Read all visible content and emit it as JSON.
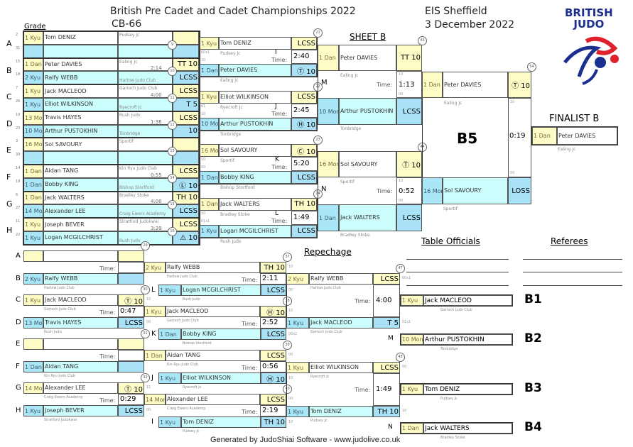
{
  "header": {
    "title": "British Pre Cadet and Cadet Championships 2022",
    "category": "CB-66",
    "venue": "EIS Sheffield",
    "date": "3 December 2022",
    "grade_label": "Grade",
    "sheet": "SHEET B",
    "logo_text": [
      "BRITISH",
      "JUDO"
    ],
    "repechage": "Repechage",
    "finalist_label": "FINALIST B",
    "final_label": "B5",
    "table_officials": "Table Officials",
    "referees": "Referees",
    "footer": "Generated by JudoShiai Software - www.judolive.co.uk",
    "time_label": "Time:"
  },
  "colors": {
    "yellow": "#fdfbc6",
    "cyan": "#cbfdfd",
    "blue": "#a9e2f6",
    "logo_blue": "#1b2f8f",
    "logo_red": "#e0202a"
  },
  "round1": [
    {
      "letter": "A",
      "bout": "9",
      "time": "",
      "seeds": [
        "2",
        "31"
      ],
      "comps": [
        {
          "g": "1 Kyu",
          "n": "Tom DENIZ",
          "c": "Pudsey Jc",
          "s": ""
        },
        {
          "g": "",
          "n": "",
          "c": "",
          "s": ""
        }
      ]
    },
    {
      "letter": "B",
      "bout": "10",
      "time": "2:14",
      "seeds": [
        "15",
        "18"
      ],
      "comps": [
        {
          "g": "1 Dan",
          "n": "Peter DAVIES",
          "c": "Ealing Jc",
          "s": "TT 10"
        },
        {
          "g": "2 Kyu",
          "n": "Ralfy WEBB",
          "c": "Harlow Judo Club",
          "s": "LCSS"
        }
      ]
    },
    {
      "letter": "C",
      "bout": "11",
      "time": "4:00",
      "seeds": [
        "7",
        "26"
      ],
      "comps": [
        {
          "g": "1 Kyu",
          "n": "Jack MACLEOD",
          "c": "Garioch Judo Club",
          "s": "LCSS"
        },
        {
          "g": "1 Kyu",
          "n": "Elliot WILKINSON",
          "c": "Ryecroft Jc",
          "s": "T 5"
        }
      ]
    },
    {
      "letter": "D",
      "bout": "12",
      "time": "1:36",
      "seeds": [
        "10",
        "23"
      ],
      "comps": [
        {
          "g": "13 Mon",
          "n": "Travis HAYES",
          "c": "Rush Judo",
          "s": "LCSS"
        },
        {
          "g": "10 Mon",
          "n": "Arthur PUSTOKHIN",
          "c": "Tonbridge",
          "s": "10"
        }
      ]
    },
    {
      "letter": "E",
      "bout": "13",
      "time": "",
      "seeds": [
        "3",
        "30"
      ],
      "comps": [
        {
          "g": "16 Mon",
          "n": "Sol SAVOURY",
          "c": "Sportif",
          "s": ""
        },
        {
          "g": "",
          "n": "",
          "c": "",
          "s": ""
        }
      ]
    },
    {
      "letter": "F",
      "bout": "14",
      "time": "0:55",
      "seeds": [
        "14",
        "19"
      ],
      "comps": [
        {
          "g": "1 Dan",
          "n": "Aidan TANG",
          "c": "Kin Ryu Judo Club",
          "s": "LCSS"
        },
        {
          "g": "1 Dan",
          "n": "Bobby KING",
          "c": "Bishop Stortford",
          "s": "Ⓛ 10"
        }
      ]
    },
    {
      "letter": "G",
      "bout": "15",
      "time": "4:00",
      "seeds": [
        "6",
        "27"
      ],
      "comps": [
        {
          "g": "1 Dan",
          "n": "Jack WALTERS",
          "c": "Bradley Stoke",
          "s": "TH 10"
        },
        {
          "g": "14 Mon",
          "n": "Alexander LEE",
          "c": "Craig Ewers Academy",
          "s": "LCSS"
        }
      ]
    },
    {
      "letter": "H",
      "bout": "16",
      "time": "3:39",
      "seeds": [
        "11",
        "22"
      ],
      "comps": [
        {
          "g": "1 Kyu",
          "n": "Joseph BEVER",
          "c": "Stratford Judokwai",
          "s": "LCSS"
        },
        {
          "g": "1 Kyu",
          "n": "Logan MCGILCHRIST",
          "c": "Rush Judo",
          "s": "⚠ 10"
        }
      ]
    }
  ],
  "round2": [
    {
      "letter": "I",
      "bout": "21",
      "time": "2:40",
      "comps": [
        {
          "g": "1 Kyu",
          "n": "Tom DENIZ",
          "c": "Pudsey Jc",
          "s": "LCSS",
          "k": "00s1"
        },
        {
          "g": "1 Dan",
          "n": "Peter DAVIES",
          "c": "Ealing Jc",
          "s": "Ⓣ 10",
          "k": "10"
        }
      ]
    },
    {
      "letter": "J",
      "bout": "22",
      "time": "2:45",
      "comps": [
        {
          "g": "1 Kyu",
          "n": "Elliot WILKINSON",
          "c": "Ryecroft Jc",
          "s": "LCSS",
          "k": "01"
        },
        {
          "g": "10 Mon",
          "n": "Arthur PUSTOKHIN",
          "c": "Tonbridge",
          "s": "Ⓗ 10",
          "k": "10"
        }
      ]
    },
    {
      "letter": "K",
      "bout": "23",
      "time": "5:20",
      "comps": [
        {
          "g": "16 Mon",
          "n": "Sol SAVOURY",
          "c": "Sportif",
          "s": "Ⓒ 10",
          "k": "10"
        },
        {
          "g": "1 Dan",
          "n": "Bobby KING",
          "c": "Bishop Stortford",
          "s": "LCSS",
          "k": "00"
        }
      ]
    },
    {
      "letter": "L",
      "bout": "24",
      "time": "1:49",
      "comps": [
        {
          "g": "1 Dan",
          "n": "Jack WALTERS",
          "c": "Bradley Stoke",
          "s": "TH 10",
          "k": "10"
        },
        {
          "g": "1 Kyu",
          "n": "Logan MCGILCHRIST",
          "c": "Rush Judo",
          "s": "LCSS",
          "k": "01s1"
        }
      ]
    }
  ],
  "round3": [
    {
      "letter": "M",
      "bout": "43",
      "time": "1:13",
      "comps": [
        {
          "g": "1 Dan",
          "n": "Peter DAVIES",
          "c": "Ealing Jc",
          "s": "TT 10",
          "k": "10"
        },
        {
          "g": "10 Mon",
          "n": "Arthur PUSTOKHIN",
          "c": "Tonbridge",
          "s": "LCSS",
          "k": "00"
        }
      ]
    },
    {
      "letter": "N",
      "bout": "44",
      "time": "0:52",
      "comps": [
        {
          "g": "16 Mon",
          "n": "Sol SAVOURY",
          "c": "Sportif",
          "s": "Ⓣ 10",
          "k": "10"
        },
        {
          "g": "1 Dan",
          "n": "Jack WALTERS",
          "c": "Bradley Stoke",
          "s": "LCSS",
          "k": "00"
        }
      ]
    }
  ],
  "final": {
    "bout": "54",
    "time": "0:19",
    "comps": [
      {
        "g": "1 Dan",
        "n": "Peter DAVIES",
        "c": "Ealing Jc",
        "s": "Ⓣ 10",
        "k": "10"
      },
      {
        "g": "16 Mon",
        "n": "Sol SAVOURY",
        "c": "Sportif",
        "s": "LOSS",
        "k": "00"
      }
    ]
  },
  "finalist": {
    "g": "1 Dan",
    "n": "Peter DAVIES",
    "c": "Ealing Jc"
  },
  "rep1": [
    {
      "letters": [
        "A",
        "B"
      ],
      "bout": "29",
      "time": "",
      "comps": [
        {
          "g": "",
          "n": "",
          "c": "",
          "s": ""
        },
        {
          "g": "2 Kyu",
          "n": "Ralfy WEBB",
          "c": "Harlow Judo Club",
          "s": ""
        }
      ]
    },
    {
      "letters": [
        "C",
        "D"
      ],
      "bout": "30",
      "time": "0:47",
      "comps": [
        {
          "g": "1 Kyu",
          "n": "Jack MACLEOD",
          "c": "Garioch Judo Club",
          "s": "Ⓣ 10",
          "k": "10"
        },
        {
          "g": "13 Mon",
          "n": "Travis HAYES",
          "c": "Rush Judo",
          "s": "LCSS",
          "k": "00"
        }
      ]
    },
    {
      "letters": [
        "E",
        "F"
      ],
      "bout": "31",
      "time": "",
      "comps": [
        {
          "g": "",
          "n": "",
          "c": "",
          "s": ""
        },
        {
          "g": "1 Dan",
          "n": "Aidan TANG",
          "c": "Kin Ryu Judo Club",
          "s": ""
        }
      ]
    },
    {
      "letters": [
        "G",
        "H"
      ],
      "bout": "32",
      "time": "0:29",
      "comps": [
        {
          "g": "14 Mon",
          "n": "Alexander LEE",
          "c": "Craig Ewers Academy",
          "s": "Ⓣ 10",
          "k": "11"
        },
        {
          "g": "1 Kyu",
          "n": "Joseph BEVER",
          "c": "Stratford Judokwai",
          "s": "LCSS",
          "k": "00"
        }
      ]
    }
  ],
  "rep2": [
    {
      "letter": "L",
      "bout": "37",
      "time": "2:11",
      "comps": [
        {
          "g": "2 Kyu",
          "n": "Ralfy WEBB",
          "c": "Harlow Judo Club",
          "s": "TH 10",
          "k": "10"
        },
        {
          "g": "1 Kyu",
          "n": "Logan MCGILCHRIST",
          "c": "Rush Judo",
          "s": "LCSS",
          "k": "00"
        }
      ]
    },
    {
      "letter": "K",
      "bout": "38",
      "time": "2:52",
      "comps": [
        {
          "g": "1 Kyu",
          "n": "Jack MACLEOD",
          "c": "Garioch Judo Club",
          "s": "Ⓗ 10",
          "k": "10"
        },
        {
          "g": "1 Dan",
          "n": "Bobby KING",
          "c": "Bishop Stortford",
          "s": "LCSS",
          "k": "00s2"
        }
      ]
    },
    {
      "letter": "J",
      "bout": "39",
      "time": "0:56",
      "comps": [
        {
          "g": "1 Dan",
          "n": "Aidan TANG",
          "c": "Kin Ryu Judo Club",
          "s": "LCSS",
          "k": "00"
        },
        {
          "g": "1 Kyu",
          "n": "Elliot WILKINSON",
          "c": "Ryecroft Jc",
          "s": "Ⓗ 10",
          "k": "10"
        }
      ]
    },
    {
      "letter": "I",
      "bout": "40",
      "time": "2:19",
      "comps": [
        {
          "g": "14 Mon",
          "n": "Alexander LEE",
          "c": "Craig Ewers Academy",
          "s": "LCSS",
          "k": "00"
        },
        {
          "g": "1 Kyu",
          "n": "Tom DENIZ",
          "c": "Pudsey Jc",
          "s": "TH 10",
          "k": "10"
        }
      ]
    }
  ],
  "rep3": [
    {
      "bout": "47",
      "time": "4:00",
      "comps": [
        {
          "g": "2 Kyu",
          "n": "Ralfy WEBB",
          "c": "Harlow Judo Club",
          "s": "LCSS",
          "k": "00s1"
        },
        {
          "g": "1 Kyu",
          "n": "Jack MACLEOD",
          "c": "Garioch Judo Club",
          "s": "T 5",
          "k": "01s1"
        }
      ]
    },
    {
      "bout": "48",
      "time": "1:49",
      "comps": [
        {
          "g": "1 Kyu",
          "n": "Elliot WILKINSON",
          "c": "Ryecroft Jc",
          "s": "LCSS",
          "k": "00"
        },
        {
          "g": "1 Kyu",
          "n": "Tom DENIZ",
          "c": "Pudsey Jc",
          "s": "TH 10",
          "k": "10"
        }
      ]
    }
  ],
  "results": [
    {
      "label": "B1",
      "letter": "",
      "g": "1 Kyu",
      "n": "Jack MACLEOD",
      "c": "Garioch Judo Club"
    },
    {
      "label": "B2",
      "letter": "M",
      "g": "10 Mon",
      "n": "Arthur PUSTOKHIN",
      "c": "Tonbridge"
    },
    {
      "label": "B3",
      "letter": "",
      "g": "1 Kyu",
      "n": "Tom DENIZ",
      "c": "Pudsey Jc"
    },
    {
      "label": "B4",
      "letter": "N",
      "g": "1 Dan",
      "n": "Jack WALTERS",
      "c": "Bradley Stoke"
    }
  ]
}
